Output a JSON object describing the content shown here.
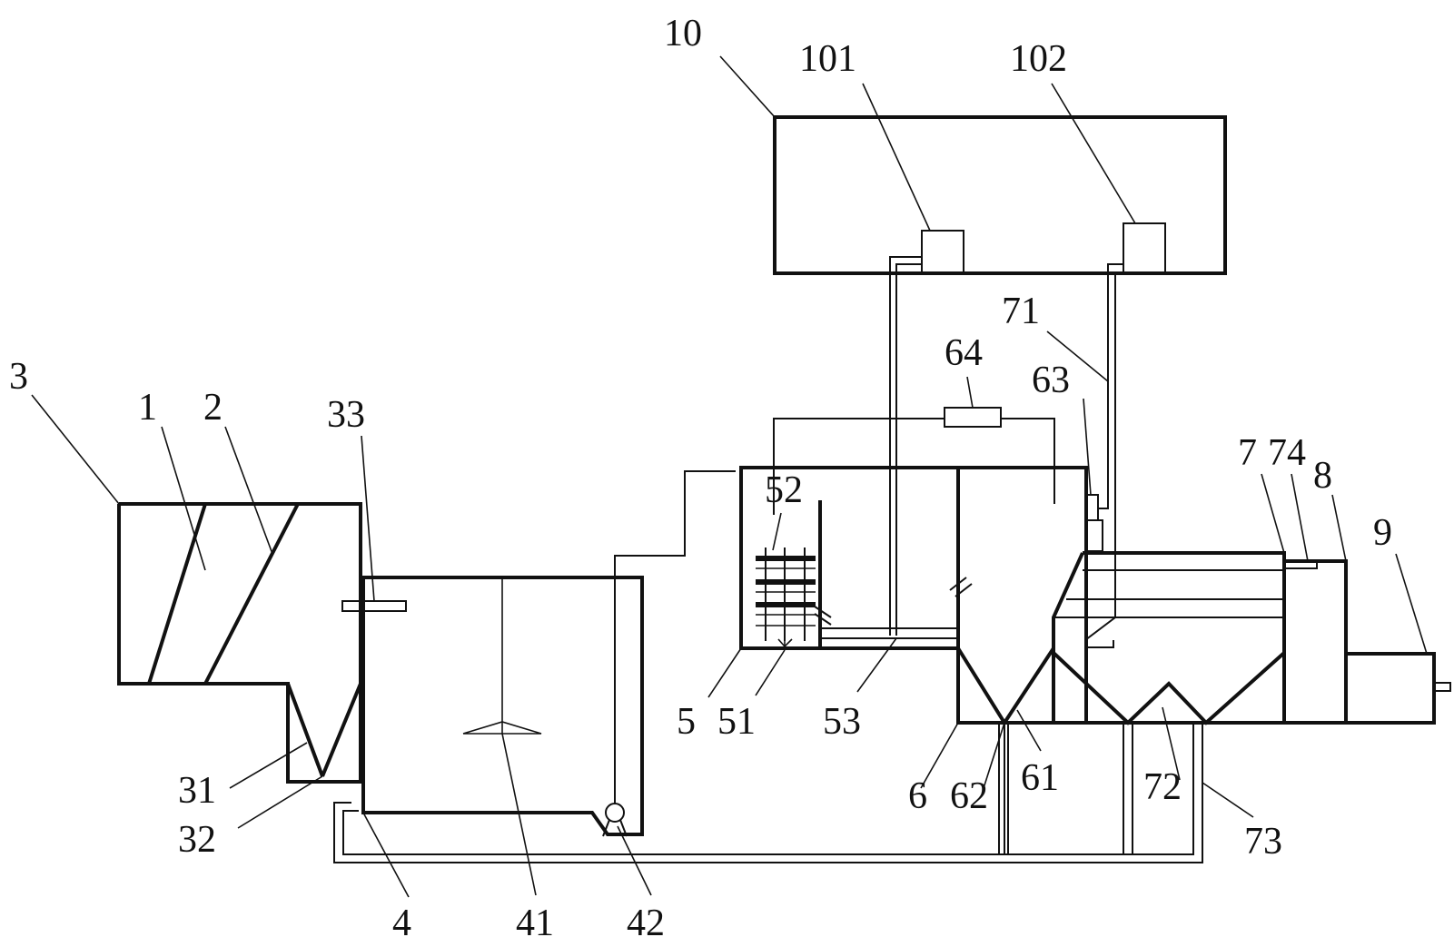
{
  "labels": {
    "n1": "1",
    "n2": "2",
    "n3": "3",
    "n31": "31",
    "n32": "32",
    "n33": "33",
    "n4": "4",
    "n41": "41",
    "n42": "42",
    "n5": "5",
    "n51": "51",
    "n52": "52",
    "n53": "53",
    "n6": "6",
    "n61": "61",
    "n62": "62",
    "n63": "63",
    "n64": "64",
    "n7": "7",
    "n71": "71",
    "n72": "72",
    "n73": "73",
    "n74": "74",
    "n8": "8",
    "n9": "9",
    "n10": "10",
    "n101": "101",
    "n102": "102"
  }
}
